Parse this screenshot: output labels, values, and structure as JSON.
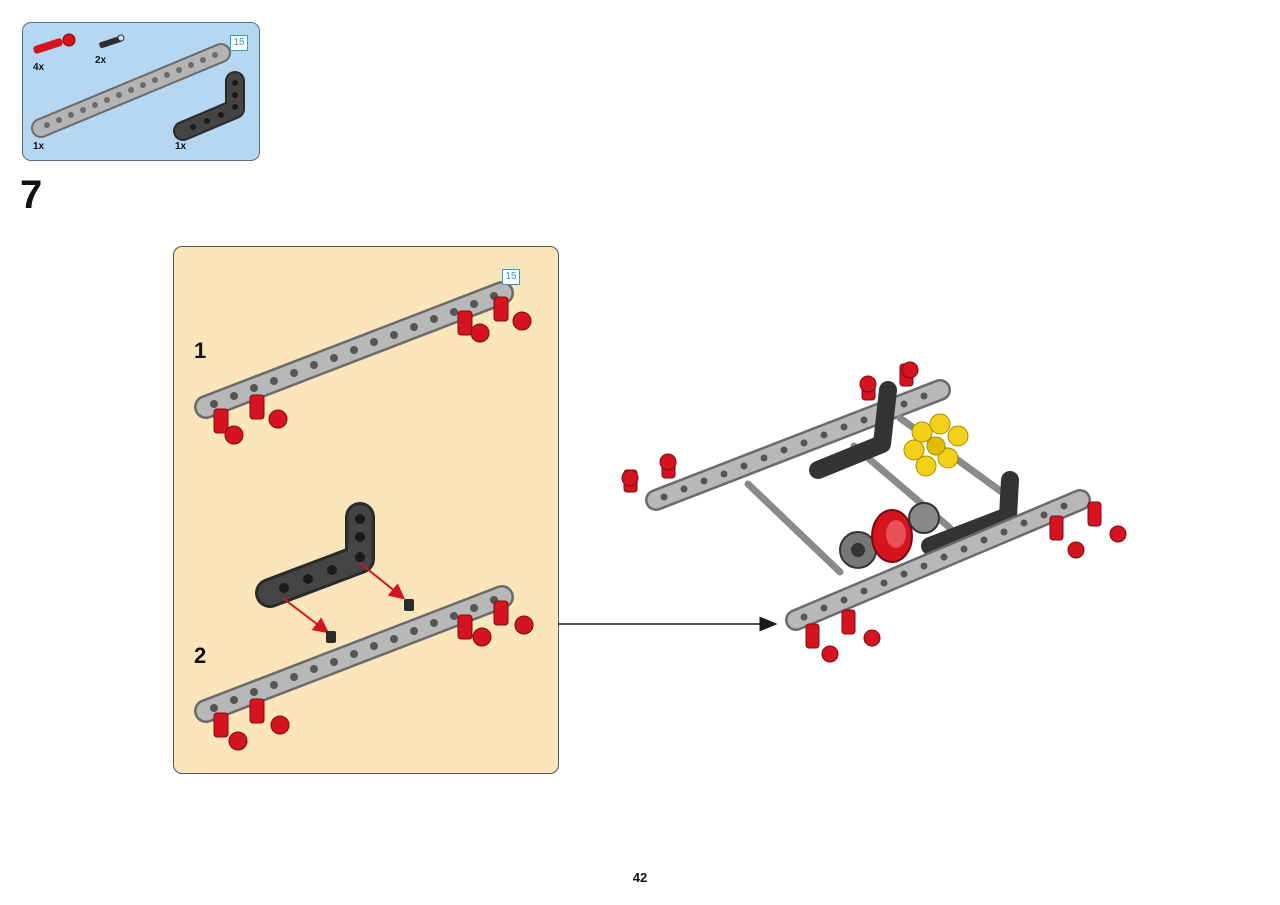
{
  "parts_list": {
    "items": [
      {
        "name": "red-pin",
        "qty": "4x"
      },
      {
        "name": "black-connector",
        "qty": "2x"
      },
      {
        "name": "gray-beam-15",
        "qty": "1x"
      },
      {
        "name": "black-l-beam",
        "qty": "1x"
      }
    ],
    "length_badge": "15"
  },
  "step": {
    "number": "7",
    "callout": {
      "length_badge": "15",
      "sub_steps": [
        {
          "number": "1"
        },
        {
          "number": "2"
        }
      ]
    }
  },
  "colors": {
    "parts_bg": "#b6d7f2",
    "callout_bg": "#fbe6bc",
    "beam_gray": "#9c9c9c",
    "pin_red": "#d6141f",
    "beam_black": "#3a3a3a",
    "accent_yellow": "#f3d11a",
    "badge_blue": "#2a9fc9"
  },
  "page": {
    "number": "42"
  }
}
